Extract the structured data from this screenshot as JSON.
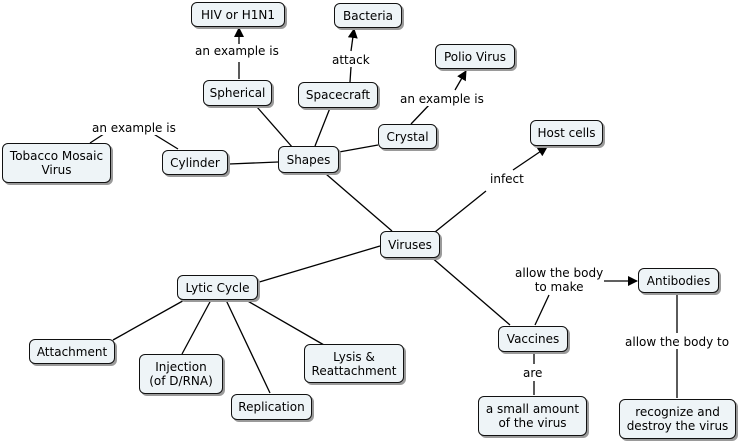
{
  "nodes": {
    "hiv": "HIV or H1N1",
    "bacteria": "Bacteria",
    "polio": "Polio Virus",
    "spherical": "Spherical",
    "spacecraft": "Spacecraft",
    "crystal": "Crystal",
    "host": "Host cells",
    "tobacco": "Tobacco Mosaic\nVirus",
    "cylinder": "Cylinder",
    "shapes": "Shapes",
    "viruses": "Viruses",
    "antibodies": "Antibodies",
    "lytic": "Lytic Cycle",
    "attachment": "Attachment",
    "injection": "Injection\n(of D/RNA)",
    "replication": "Replication",
    "lysis": "Lysis &\nReattachment",
    "vaccines": "Vaccines",
    "small": "a small amount\nof the virus",
    "recognize": "recognize and\ndestroy the virus"
  },
  "labels": {
    "ex_hiv": "an example is",
    "attack": "attack",
    "ex_polio": "an example is",
    "ex_tobacco": "an example is",
    "infect": "infect",
    "allow_make": "allow the body\nto make",
    "allow_to": "allow the body to",
    "are": "are"
  }
}
